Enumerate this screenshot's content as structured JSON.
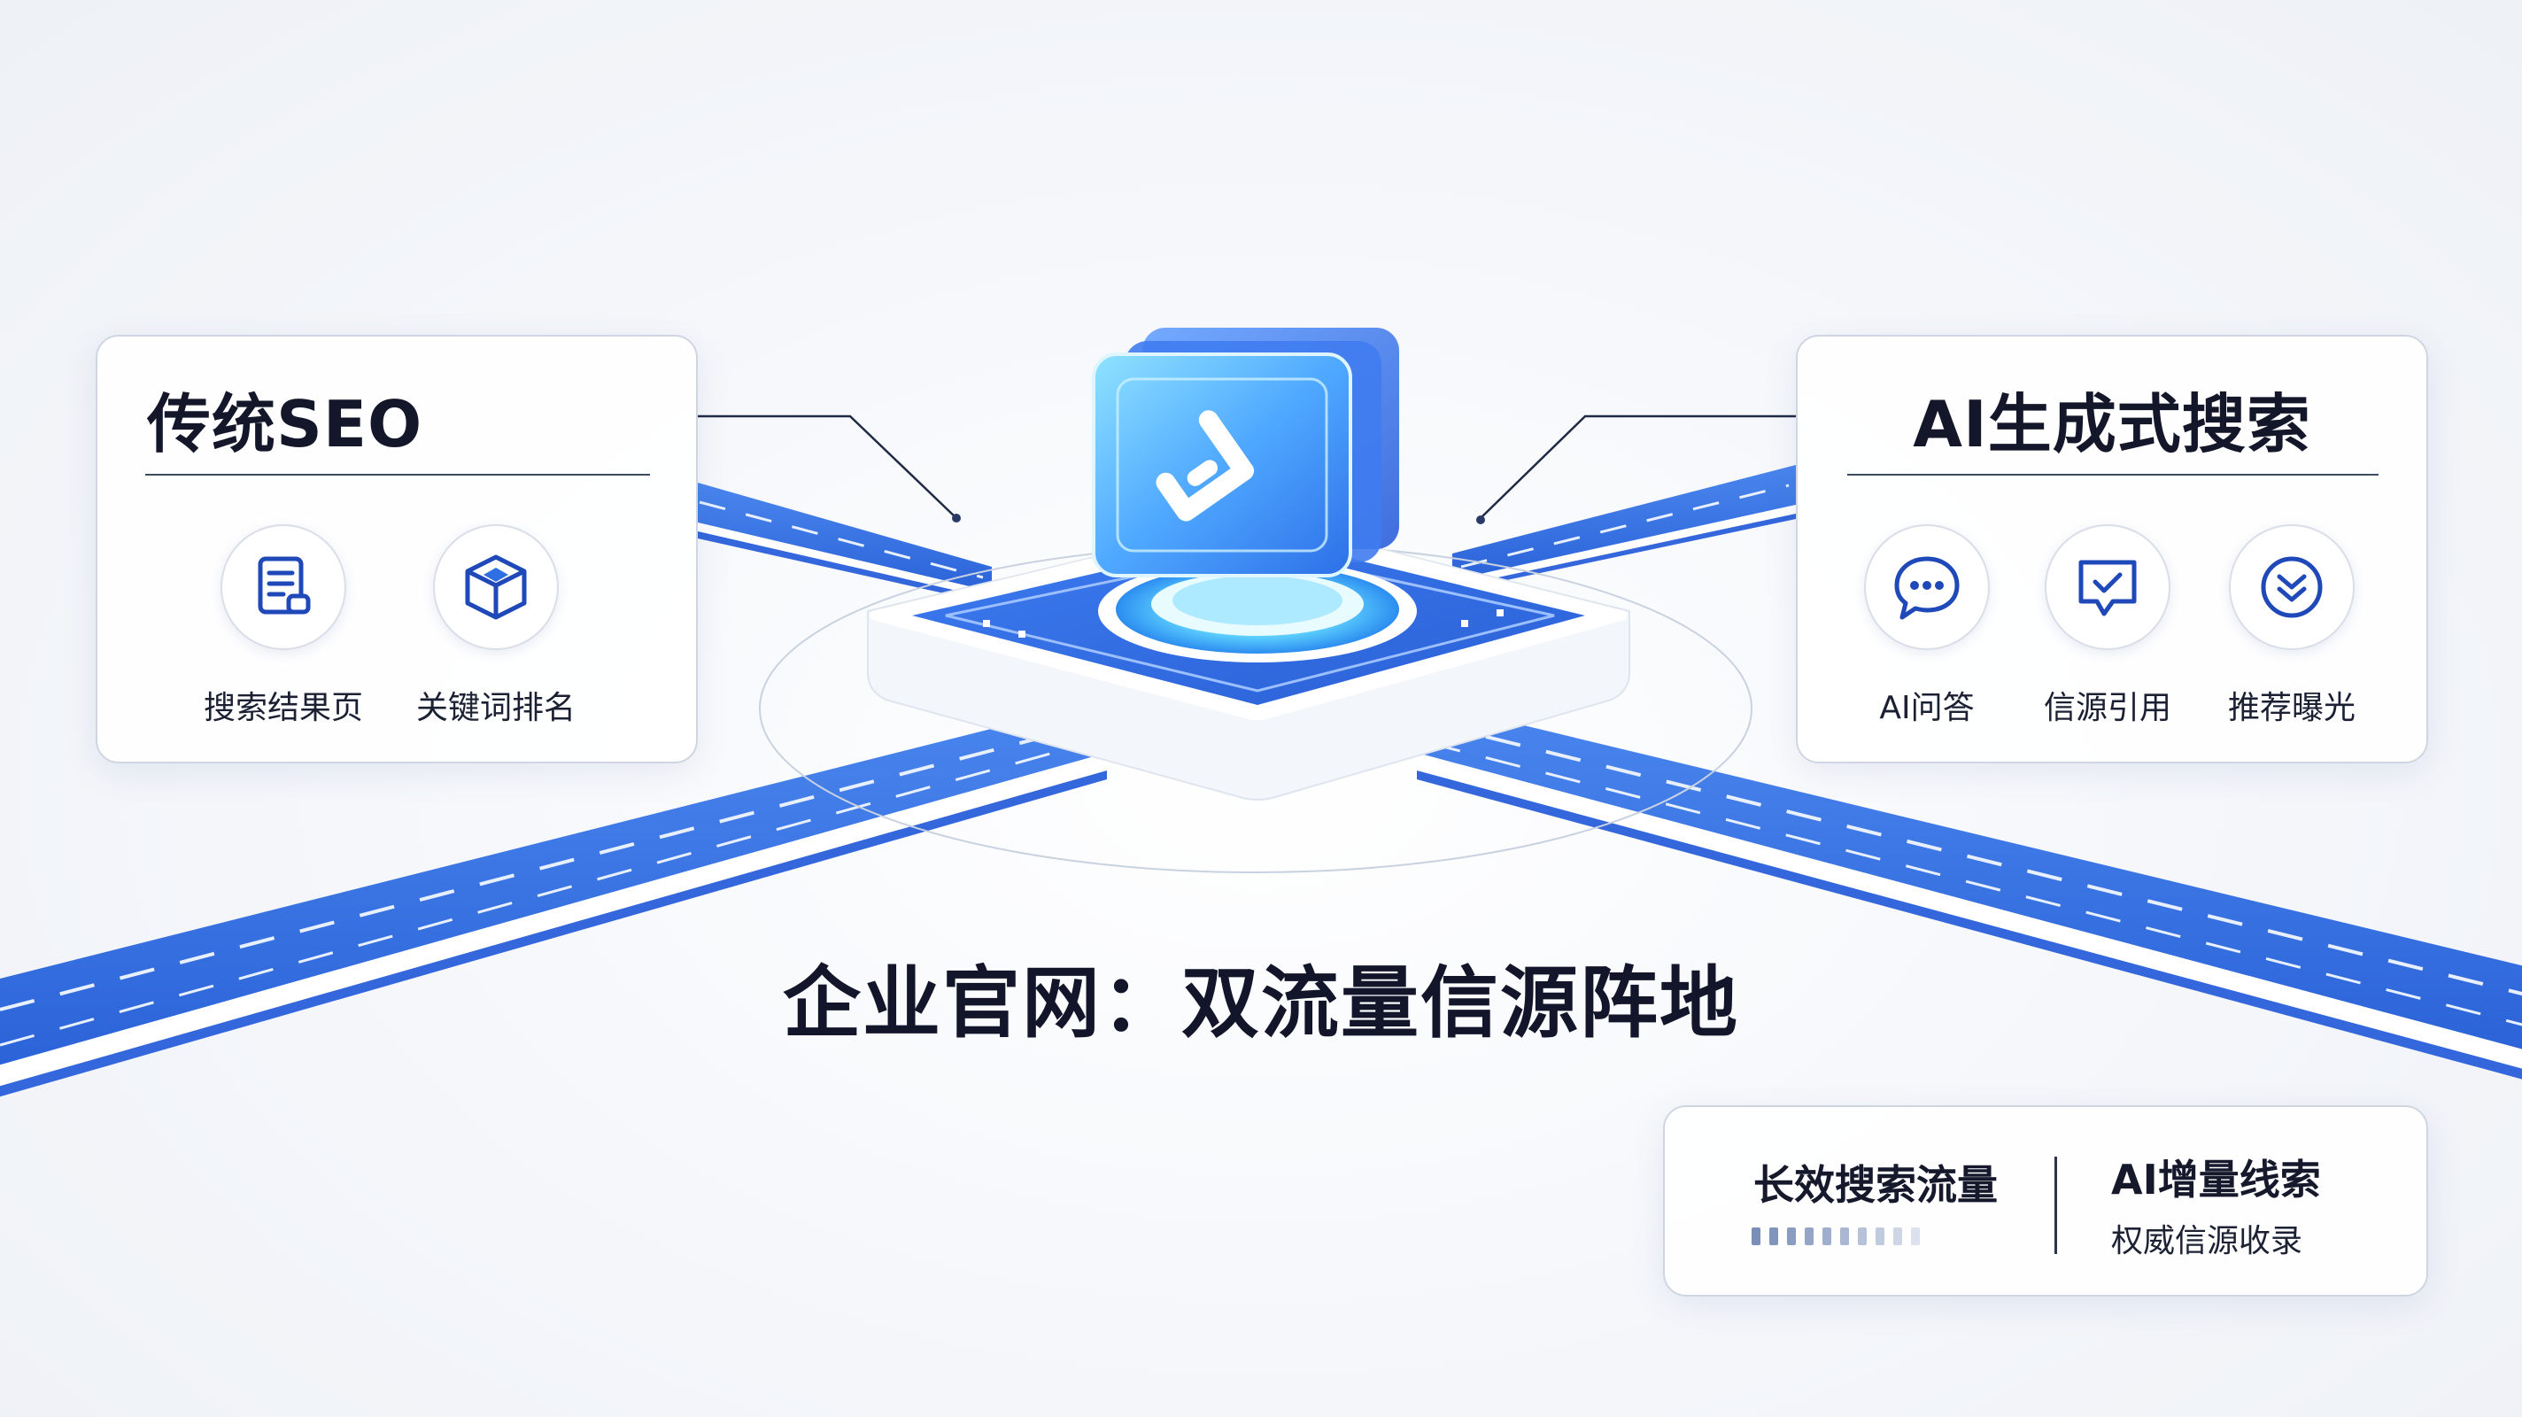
{
  "seo_card": {
    "title": "传统SEO",
    "features": [
      {
        "icon": "document-list-icon",
        "label": "搜索结果页"
      },
      {
        "icon": "cube-icon",
        "label": "关键词排名"
      }
    ]
  },
  "ai_card": {
    "title": "AI生成式搜索",
    "features": [
      {
        "icon": "chat-bubble-icon",
        "label": "AI问答"
      },
      {
        "icon": "check-message-icon",
        "label": "信源引用"
      },
      {
        "icon": "double-chevron-down-icon",
        "label": "推荐曝光"
      }
    ]
  },
  "main_title": "企业官网：双流量信源阵地",
  "stats": {
    "left_title": "长效搜索流量",
    "right_title": "AI增量线索",
    "right_subtitle": "权威信源收录"
  },
  "colors": {
    "accent_blue": "#2f6fe4",
    "road_blue": "#3d7ae6",
    "icon_blue": "#1f48b8",
    "text_dark": "#14172a"
  }
}
